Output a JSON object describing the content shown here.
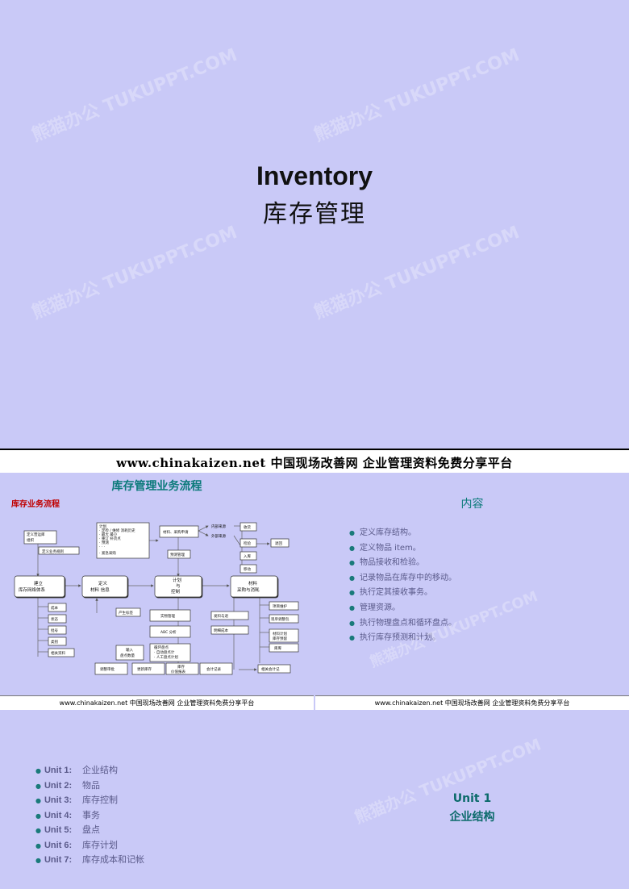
{
  "slide1": {
    "title_en": "Inventory",
    "title_zh": "库存管理"
  },
  "watermark": "熊猫办公 TUKUPPT.COM",
  "banner": "www.chinakaizen.net  中国现场改善网  企业管理资料免费分享平台",
  "footer": "www.chinakaizen.net  中国现场改善网  企业管理资料免费分享平台",
  "flow_slide": {
    "title": "库存管理业务流程",
    "subtitle": "库存业务流程",
    "boxes": {
      "define_org": "定义营运库",
      "define_org2": "组织",
      "define_rules": "定义业务规则",
      "build": "建立",
      "build2": "库存网络体系",
      "define_mat": "定义",
      "define_mat2": "材料  信息",
      "plan": "计划",
      "plan2": "与",
      "plan3": "控制",
      "material": "材料",
      "material2": "采购与消耗",
      "plan_list": [
        "计划",
        "· 定检 / 维修 消耗历史",
        "· 最大 最小",
        "· 重订 补货点",
        "· 预测",
        "· · ·",
        "· 紧急采购"
      ],
      "req": "材料、采购申请",
      "inner": "内部来源",
      "outer": "外部来源",
      "receive": "收货",
      "inspect": "检验",
      "return": "退回",
      "instock": "入库",
      "move": "移动",
      "forecast": "预测管理",
      "cost": "成本",
      "status": "状态",
      "group": "批号",
      "category": "类别",
      "related": "相关资料",
      "produce": "产生标签",
      "physical": "实物管理",
      "abc": "ABC 分析",
      "input": "输入",
      "input2": "盘点数量",
      "count": "循环盘点",
      "count2": "· 自动盘点计",
      "count3": "· 人工盘点计划",
      "issue": "发料与退",
      "detail_cost": "明细成本",
      "maint": "项目维护",
      "sched": "现单调整包",
      "mat_plan": "材料计划",
      "mat_plan2": "库存预留",
      "warehouse": "库库",
      "adjust": "调整审批",
      "update": "更新库存",
      "report": "库存",
      "report2": "价值报表",
      "account": "会计记录",
      "rel_account": "相关会计记"
    }
  },
  "contents_slide": {
    "title": "内容",
    "items": [
      "定义库存结构。",
      "定义物品 item。",
      "物品接收和检验。",
      "记录物品在库存中的移动。",
      "执行定其接收事务。",
      "管理资源。",
      "执行物理盘点和循环盘点。",
      "执行库存预测和计划。"
    ]
  },
  "units_slide": {
    "items": [
      {
        "label": "Unit 1:",
        "text": "企业结构"
      },
      {
        "label": "Unit 2:",
        "text": "物品"
      },
      {
        "label": "Unit 3:",
        "text": "库存控制"
      },
      {
        "label": "Unit 4:",
        "text": "事务"
      },
      {
        "label": "Unit 5:",
        "text": "盘点"
      },
      {
        "label": "Unit 6:",
        "text": "库存计划"
      },
      {
        "label": "Unit 7:",
        "text": "库存成本和记帐"
      }
    ]
  },
  "unit1_slide": {
    "title": "Unit 1",
    "subtitle": "企业结构"
  },
  "colors": {
    "background": "#c9c9f7",
    "title_teal": "#0b7a7a",
    "subtitle_red": "#c00000",
    "bullet_text": "#5a5a8a"
  }
}
